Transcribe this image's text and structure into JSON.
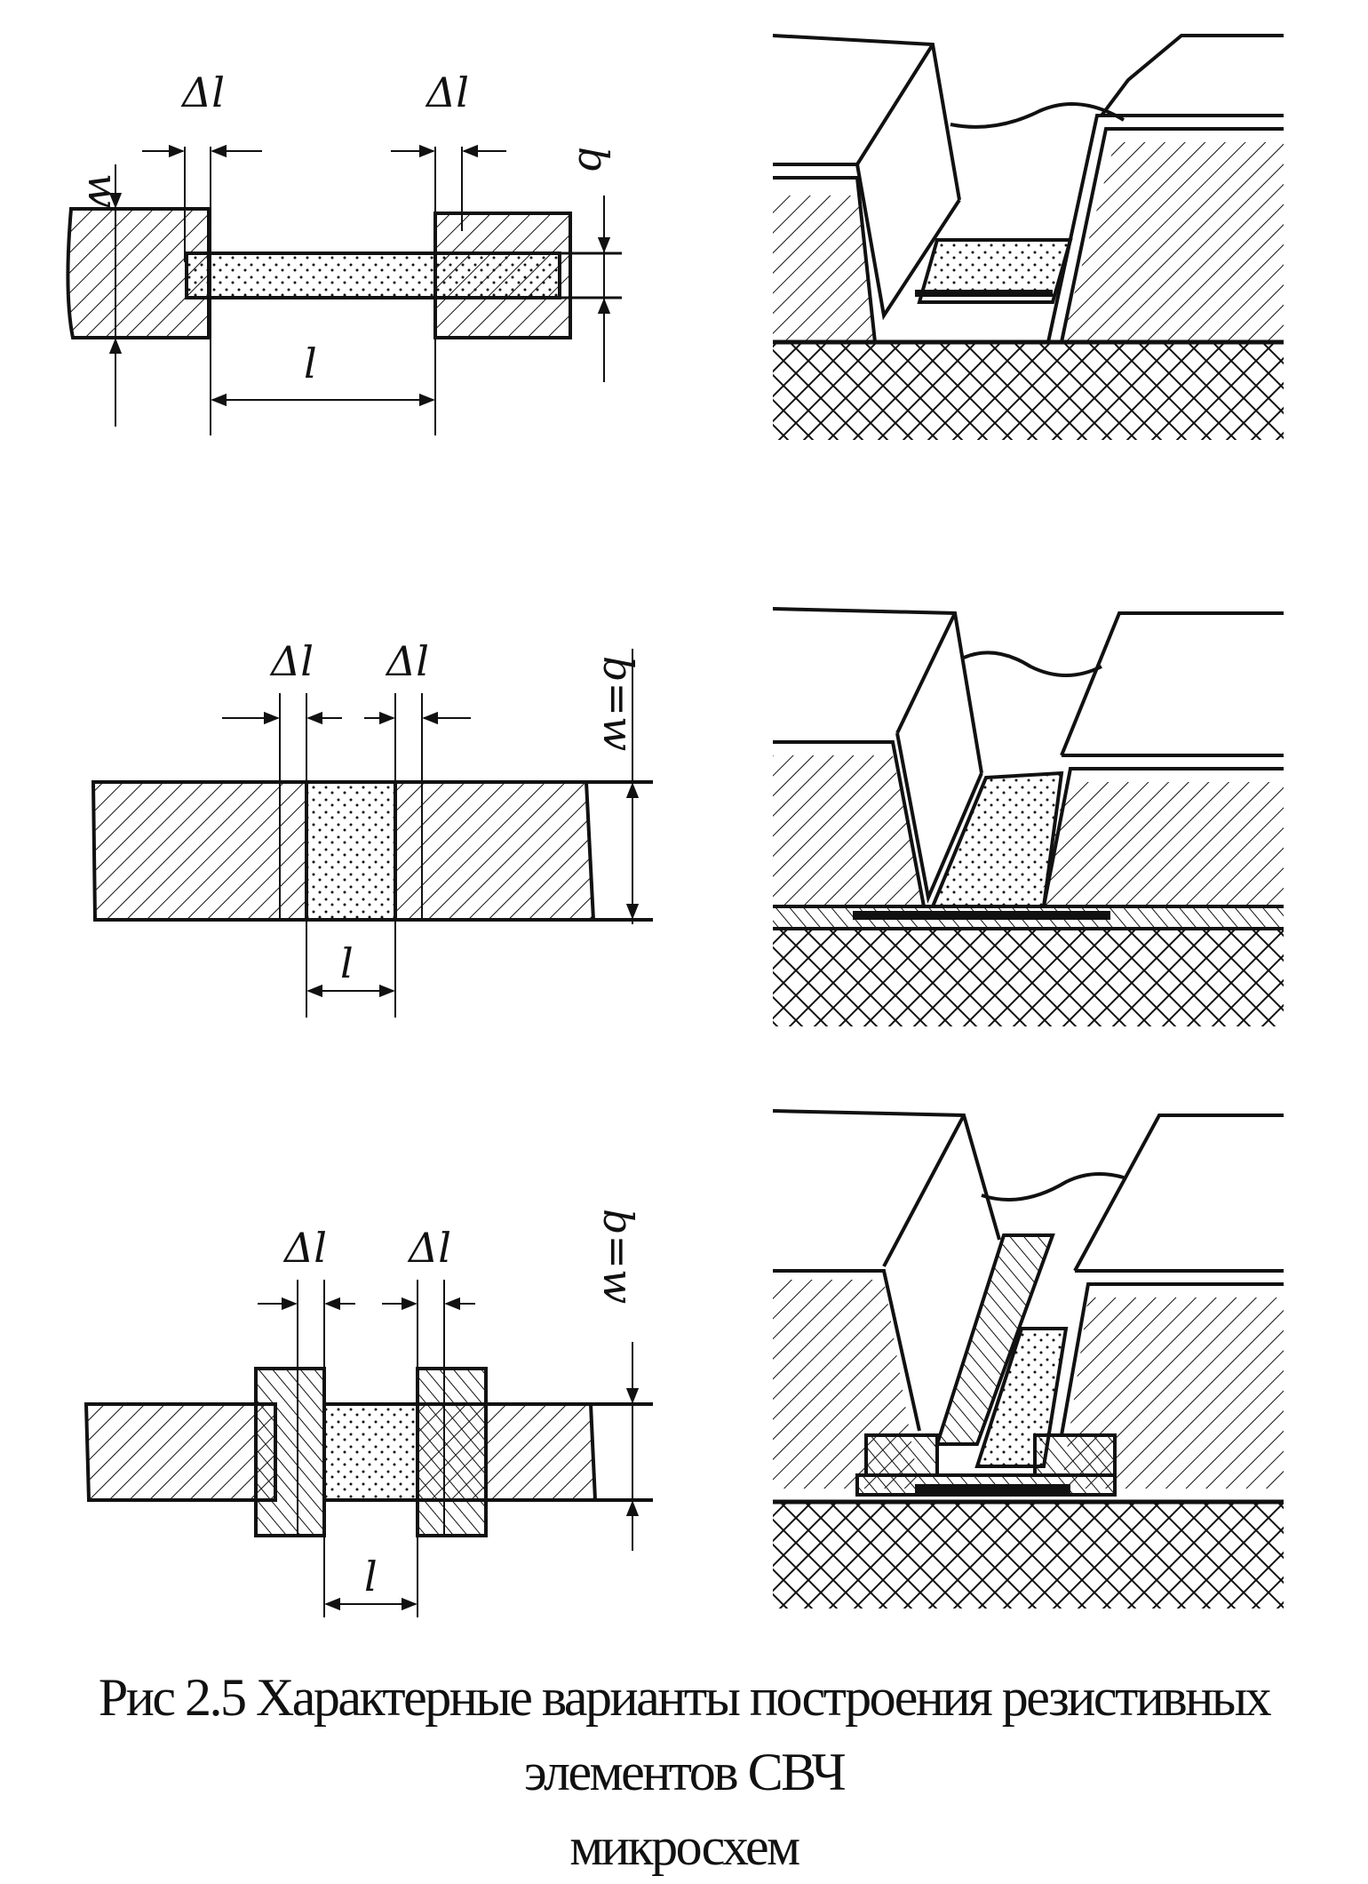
{
  "figure": {
    "panels": [
      {
        "id": "variant-1",
        "labels": {
          "delta_left": "Δl",
          "delta_right": "Δl",
          "width": "w",
          "film_width": "b",
          "length": "l"
        }
      },
      {
        "id": "variant-2",
        "labels": {
          "delta_left": "Δl",
          "delta_right": "Δl",
          "width_equal": "b=w",
          "length": "l"
        }
      },
      {
        "id": "variant-3",
        "labels": {
          "delta_left": "Δl",
          "delta_right": "Δl",
          "width_equal": "b=w",
          "length": "l"
        }
      }
    ]
  },
  "caption": {
    "line1": "Рис 2.5 Характерные варианты построения резистивных элементов СВЧ",
    "line2": "микросхем"
  },
  "colors": {
    "ink": "#111111",
    "background": "#ffffff"
  }
}
